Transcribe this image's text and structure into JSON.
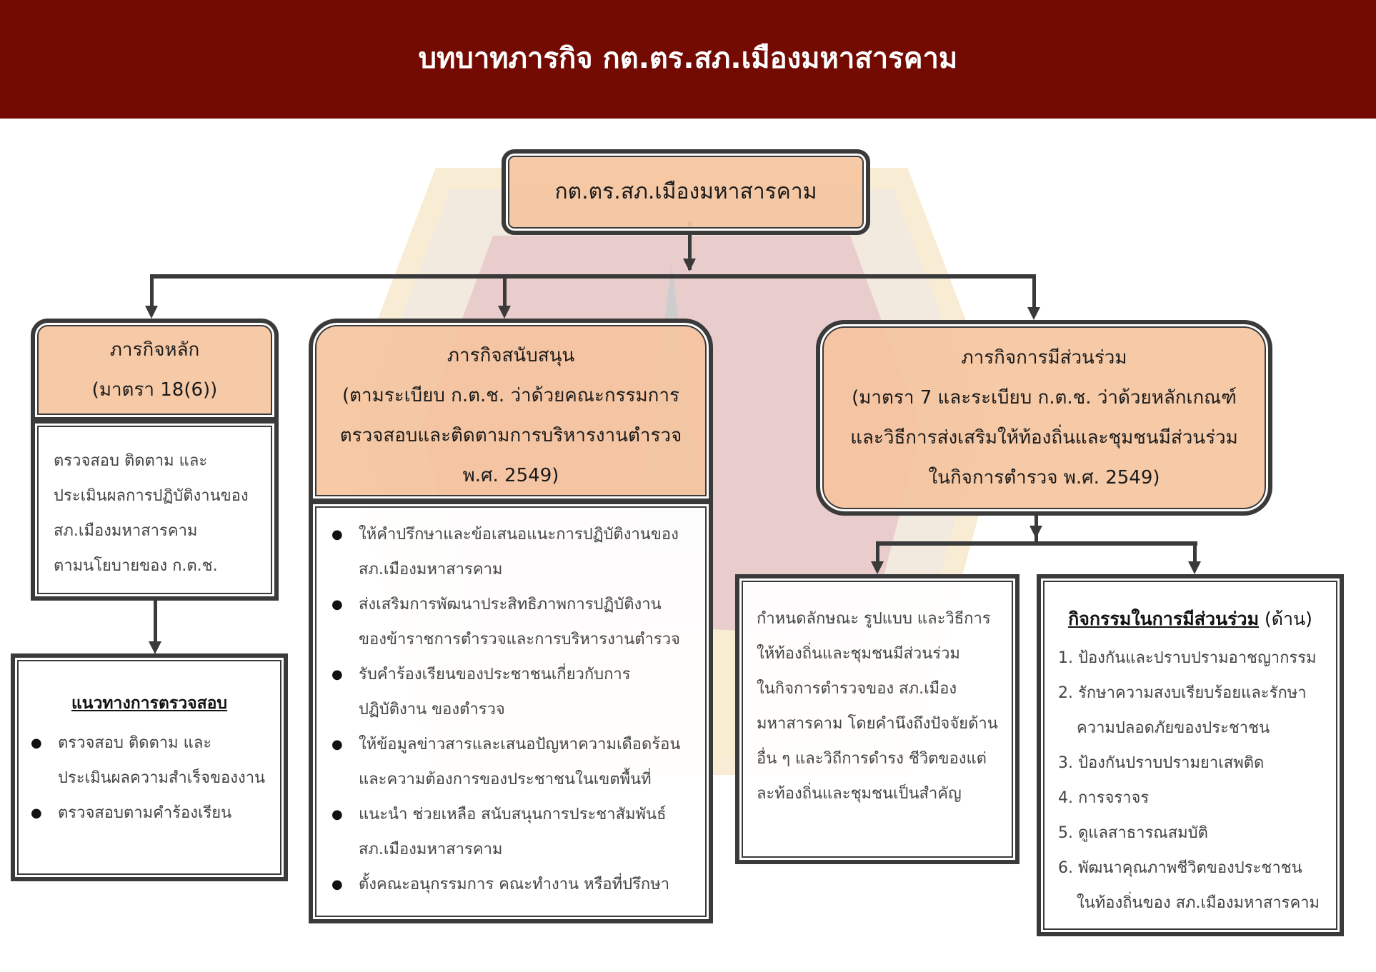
{
  "title": "บทบาทภารกิจ กต.ตร.สภ.เมืองมหาสารคาม",
  "root": "กต.ตร.สภ.เมืองมหาสารคาม",
  "main_mission": {
    "title": "ภารกิจหลัก",
    "subtitle": "(มาตรา 18(6))",
    "lines": [
      "ตรวจสอบ ติดตาม และ",
      "ประเมินผลการปฏิบัติงานของ",
      "สภ.เมืองมหาสารคาม",
      "ตามนโยบายของ ก.ต.ช."
    ]
  },
  "inspection": {
    "title": "แนวทางการตรวจสอบ",
    "items": [
      [
        "ตรวจสอบ ติดตาม และ",
        "ประเมินผลความสำเร็จของงาน"
      ],
      [
        "ตรวจสอบตามคำร้องเรียน"
      ]
    ]
  },
  "support_mission": {
    "title": "ภารกิจสนับสนุน",
    "subtitle_lines": [
      "(ตามระเบียบ ก.ต.ช. ว่าด้วยคณะกรรมการ",
      "ตรวจสอบและติดตามการบริหารงานตำรวจ",
      "พ.ศ. 2549)"
    ],
    "items": [
      [
        "ให้คำปรึกษาและข้อเสนอแนะการปฏิบัติงานของ",
        "สภ.เมืองมหาสารคาม"
      ],
      [
        "ส่งเสริมการพัฒนาประสิทธิภาพการปฏิบัติงาน",
        "ของข้าราชการตำรวจและการบริหารงานตำรวจ"
      ],
      [
        "รับคำร้องเรียนของประชาชนเกี่ยวกับการ",
        "ปฏิบัติงาน ของตำรวจ"
      ],
      [
        "ให้ข้อมูลข่าวสารและเสนอปัญหาความเดือดร้อน",
        "และความต้องการของประชาชนในเขตพื้นที่"
      ],
      [
        "แนะนำ ช่วยเหลือ สนับสนุนการประชาสัมพันธ์",
        "สภ.เมืองมหาสารคาม"
      ],
      [
        "ตั้งคณะอนุกรรมการ คณะทำงาน หรือที่ปรึกษา"
      ]
    ]
  },
  "participation_mission": {
    "title": "ภารกิจการมีส่วนร่วม",
    "subtitle_lines": [
      "(มาตรา 7 และระเบียบ ก.ต.ช. ว่าด้วยหลักเกณฑ์",
      "และวิธีการส่งเสริมให้ท้องถิ่นและชุมชนมีส่วนร่วม",
      "ในกิจการตำรวจ พ.ศ. 2549)"
    ]
  },
  "participation_detail": {
    "lines": [
      "กำหนดลักษณะ รูปแบบ และวิธีการ",
      "ให้ท้องถิ่นและชุมชนมีส่วนร่วม",
      "ในกิจการตำรวจของ สภ.เมือง",
      "มหาสารคาม โดยคำนึงถึงปัจจัยด้าน",
      "อื่น ๆ และวิถีการดำรง ชีวิตของแต่",
      "ละท้องถิ่นและชุมชนเป็นสำคัญ"
    ]
  },
  "activities": {
    "title": "กิจกรรมในการมีส่วนร่วม",
    "title_suffix": "(ด้าน)",
    "items": [
      [
        "1. ป้องกันและปราบปรามอาชญากรรม"
      ],
      [
        "2. รักษาความสงบเรียบร้อยและรักษา",
        "ความปลอดภัยของประชาชน"
      ],
      [
        "3. ป้องกันปราบปรามยาเสพติด"
      ],
      [
        "4. การจราจร"
      ],
      [
        "5. ดูแลสาธารณสมบัติ"
      ],
      [
        "6. พัฒนาคุณภาพชีวิตของประชาชน",
        "ในท้องถิ่นของ สภ.เมืองมหาสารคาม"
      ]
    ]
  },
  "colors": {
    "header": "#730b03",
    "box_fill": "#f5c4a0",
    "border": "#3a3a3a"
  }
}
